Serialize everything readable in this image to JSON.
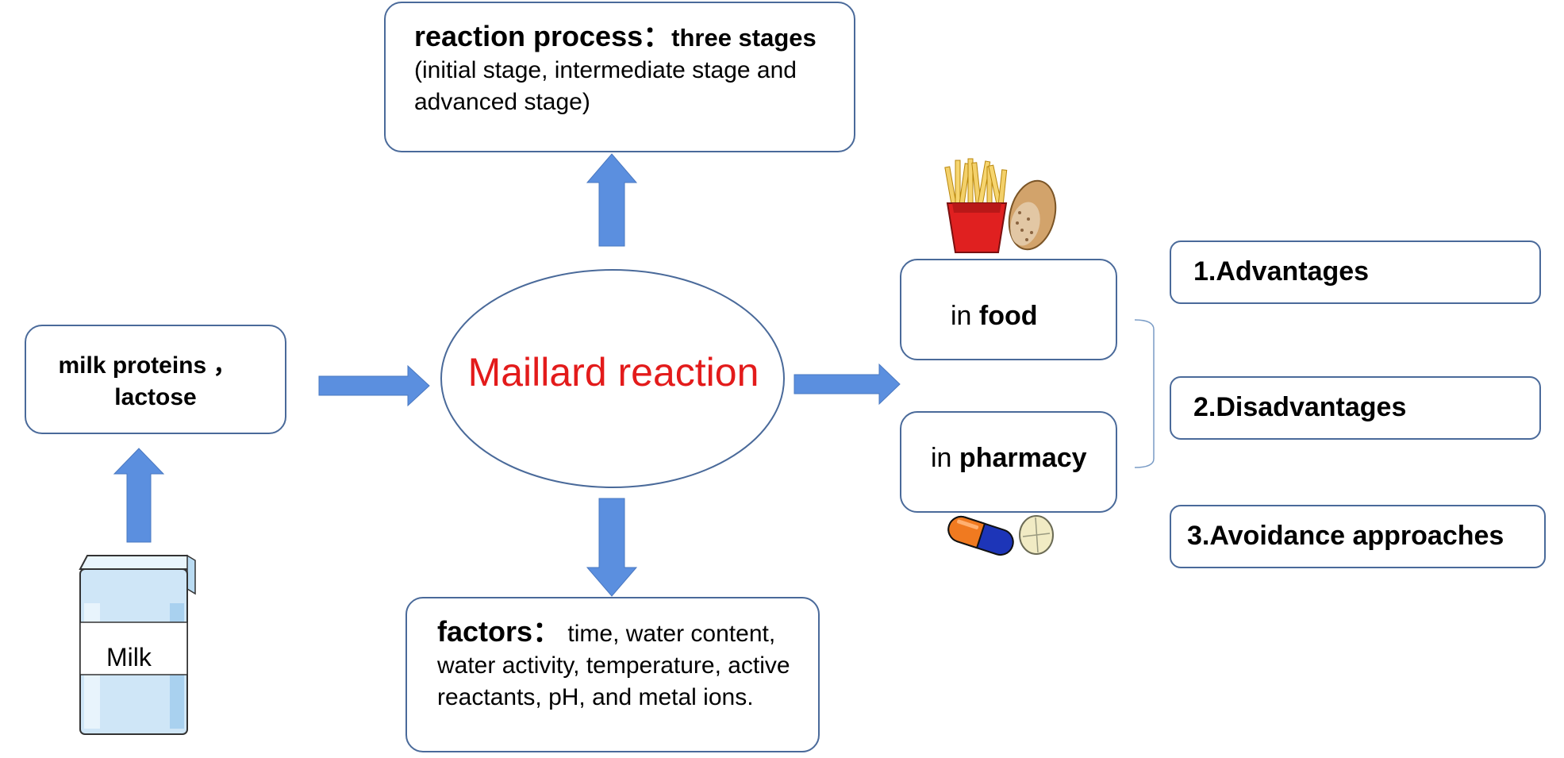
{
  "center": {
    "label": "Maillard reaction"
  },
  "process_box": {
    "heading": "reaction process：",
    "heading_tail": "three stages",
    "body": "(initial stage, intermediate stage and advanced stage)"
  },
  "factors_box": {
    "heading": "factors：",
    "body": "time, water content, water activity, temperature, active reactants, pH, and metal ions."
  },
  "milk_box": {
    "line1": "milk proteins ，",
    "line2": "lactose"
  },
  "milk_carton": {
    "label": "Milk"
  },
  "applications": {
    "food": {
      "prefix": "in ",
      "keyword": "food"
    },
    "pharmacy": {
      "prefix": "in ",
      "keyword": "pharmacy"
    }
  },
  "aspects": [
    {
      "label": "1.Advantages"
    },
    {
      "label": "2.Disadvantages"
    },
    {
      "label": "3.Avoidance approaches"
    }
  ],
  "colors": {
    "arrow": "#5b8fdf",
    "center_text": "#e31b1b",
    "box_border": "#4a6a9a",
    "milk_blue": "#cfe6f7"
  }
}
